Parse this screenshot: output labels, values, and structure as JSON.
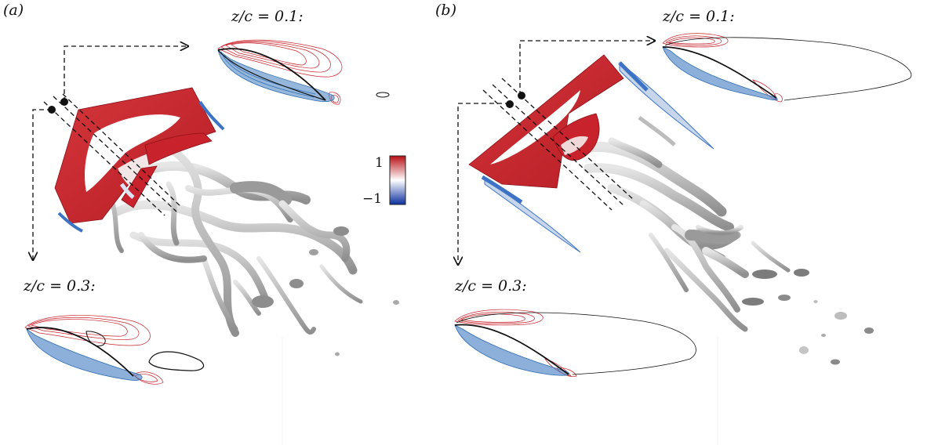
{
  "panels": [
    {
      "tag": "(a)",
      "top_slice_label": "z/c = 0.1:",
      "bottom_slice_label": "z/c = 0.3:"
    },
    {
      "tag": "(b)",
      "top_slice_label": "z/c = 0.1:",
      "bottom_slice_label": "z/c = 0.3:"
    }
  ],
  "colorbar": {
    "max_label": "1",
    "min_label": "−1",
    "colors": [
      "#b80f15",
      "#ffffff",
      "#0b2f9e"
    ]
  },
  "colors": {
    "vortex_red": "#c8232c",
    "vortex_grey": "#a9a9a9",
    "contour_red": "#c8232c",
    "contour_blue": "#2f6db3",
    "airfoil": "#111111"
  }
}
